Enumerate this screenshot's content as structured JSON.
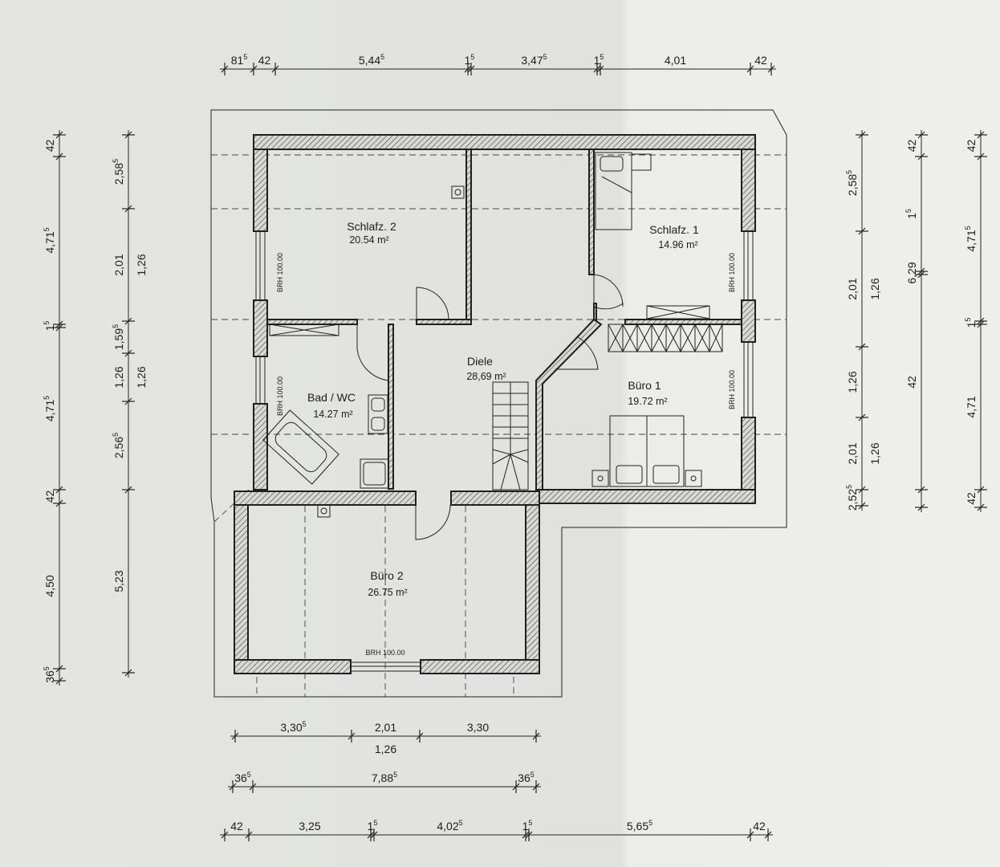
{
  "rooms": {
    "schlafz2": {
      "name": "Schlafz. 2",
      "area": "20.54 m²"
    },
    "schlafz1": {
      "name": "Schlafz. 1",
      "area": "14.96 m²"
    },
    "diele": {
      "name": "Diele",
      "area": "28,69 m²"
    },
    "bad": {
      "name": "Bad / WC",
      "area": "14.27 m²"
    },
    "buero1": {
      "name": "Büro 1",
      "area": "19.72 m²"
    },
    "buero2": {
      "name": "Büro 2",
      "area": "26.75 m²"
    }
  },
  "brh_label": "BRH 100.00",
  "dimensions": {
    "top": [
      {
        "v": "81",
        "s": "5"
      },
      {
        "v": "42",
        "s": ""
      },
      {
        "v": "5,44",
        "s": "5"
      },
      {
        "v": "1",
        "s": "5"
      },
      {
        "v": "3,47",
        "s": "5"
      },
      {
        "v": "1",
        "s": "5"
      },
      {
        "v": "4,01",
        "s": ""
      },
      {
        "v": "42",
        "s": ""
      }
    ],
    "bottom_row1": [
      {
        "v": "3,30",
        "s": "5"
      },
      {
        "v": "2,01",
        "s": ""
      },
      {
        "v": "3,30",
        "s": ""
      }
    ],
    "bottom_row1_sub": "1,26",
    "bottom_row2": [
      {
        "v": "36",
        "s": "5"
      },
      {
        "v": "7,88",
        "s": "5"
      },
      {
        "v": "36",
        "s": "5"
      }
    ],
    "bottom_row3": [
      {
        "v": "42",
        "s": ""
      },
      {
        "v": "3,25",
        "s": ""
      },
      {
        "v": "1",
        "s": "5"
      },
      {
        "v": "4,02",
        "s": "5"
      },
      {
        "v": "1",
        "s": "5"
      },
      {
        "v": "5,65",
        "s": "5"
      },
      {
        "v": "42",
        "s": ""
      }
    ],
    "left1": [
      {
        "v": "42",
        "s": ""
      },
      {
        "v": "4,71",
        "s": "5"
      },
      {
        "v": "1",
        "s": "5"
      },
      {
        "v": "4,71",
        "s": "5"
      },
      {
        "v": "42",
        "s": ""
      },
      {
        "v": "4,50",
        "s": ""
      },
      {
        "v": "36",
        "s": "5"
      }
    ],
    "left2": [
      {
        "v": "2,58",
        "s": "5"
      },
      {
        "v": "2,01",
        "s": ""
      },
      {
        "v": "1,59",
        "s": "5"
      },
      {
        "v": "1,26",
        "s": ""
      },
      {
        "v": "2,56",
        "s": "5"
      },
      {
        "v": "5,23",
        "s": ""
      }
    ],
    "left2_sub": [
      "1,26",
      "1,26"
    ],
    "right1": [
      {
        "v": "2,58",
        "s": "5"
      },
      {
        "v": "2,01",
        "s": ""
      },
      {
        "v": "1,26",
        "s": ""
      },
      {
        "v": "2,01",
        "s": ""
      },
      {
        "v": "2,52",
        "s": "5"
      }
    ],
    "right1_sub": [
      "1,26",
      "1,26"
    ],
    "right2": [
      {
        "v": "42",
        "s": ""
      },
      {
        "v": "1",
        "s": "5"
      },
      {
        "v": "6,29",
        "s": ""
      },
      {
        "v": "42",
        "s": ""
      }
    ],
    "right3": [
      {
        "v": "42",
        "s": ""
      },
      {
        "v": "4,71",
        "s": "5"
      },
      {
        "v": "1",
        "s": "5"
      },
      {
        "v": "4,71",
        "s": ""
      },
      {
        "v": "42",
        "s": ""
      }
    ]
  }
}
